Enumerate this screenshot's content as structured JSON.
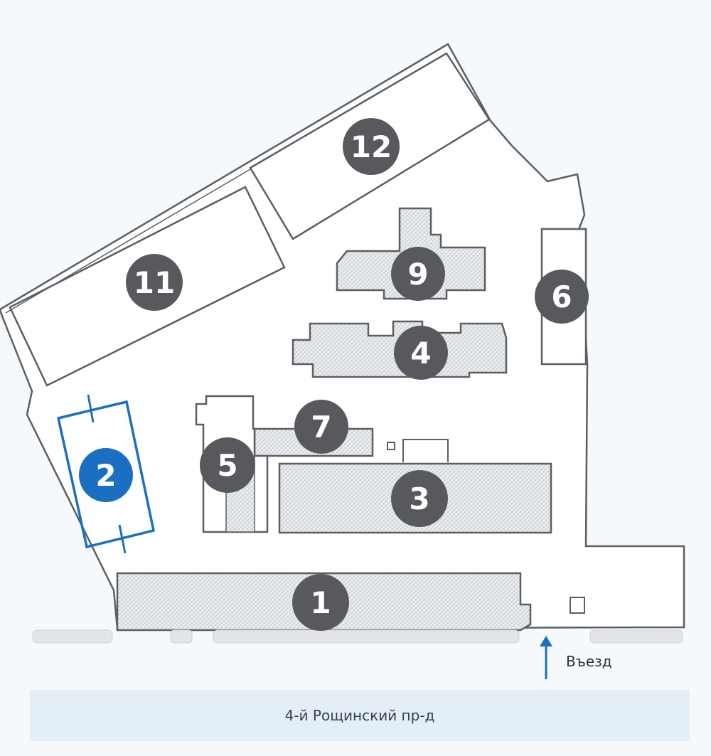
{
  "street": {
    "name": "4-й Рощинский пр-д"
  },
  "entrance": {
    "label": "Въезд"
  },
  "buildings": [
    {
      "number": "1",
      "highlighted": false
    },
    {
      "number": "2",
      "highlighted": true
    },
    {
      "number": "3",
      "highlighted": false
    },
    {
      "number": "4",
      "highlighted": false
    },
    {
      "number": "5",
      "highlighted": false
    },
    {
      "number": "6",
      "highlighted": false
    },
    {
      "number": "7",
      "highlighted": false
    },
    {
      "number": "9",
      "highlighted": false
    },
    {
      "number": "11",
      "highlighted": false
    },
    {
      "number": "12",
      "highlighted": false
    }
  ],
  "colors": {
    "background": "#f6f9fb",
    "outline": "#5b5e63",
    "marker": "#57595d",
    "highlight": "#1a6fc3",
    "street": "#e3eef7",
    "arrow": "#1a6fc3"
  }
}
